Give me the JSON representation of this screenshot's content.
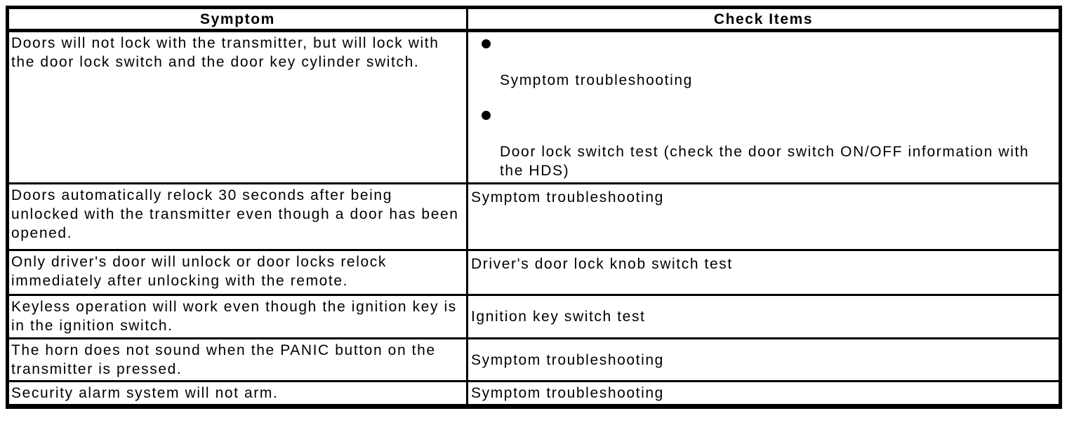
{
  "colors": {
    "text": "#000000",
    "border": "#000000",
    "background": "#ffffff"
  },
  "table": {
    "columns": [
      "Symptom",
      "Check Items"
    ],
    "rows": [
      {
        "symptom": "Doors will not lock with the transmitter, but will lock with\nthe door lock switch and the door key cylinder switch.",
        "bulleted": true,
        "check_items": [
          "Symptom troubleshooting",
          "Door lock switch test (check the door switch ON/OFF information with\nthe HDS)"
        ]
      },
      {
        "symptom": "Doors automatically relock 30 seconds after being\nunlocked with the transmitter even though a door has been\nopened.",
        "bulleted": false,
        "check_items": [
          "Symptom troubleshooting"
        ]
      },
      {
        "symptom": "Only driver's door will unlock or door locks relock\nimmediately after unlocking with the remote.",
        "bulleted": false,
        "check_items": [
          "Driver's door lock knob switch test"
        ]
      },
      {
        "symptom": "Keyless operation will work even though the ignition key is\nin the ignition switch.",
        "bulleted": false,
        "check_items": [
          "Ignition key switch test"
        ]
      },
      {
        "symptom": "The horn does not sound when the PANIC button on the\ntransmitter is pressed.",
        "bulleted": false,
        "check_items": [
          "Symptom troubleshooting"
        ]
      },
      {
        "symptom": "Security alarm system will not arm.",
        "bulleted": false,
        "check_items": [
          "Symptom troubleshooting"
        ]
      }
    ]
  }
}
